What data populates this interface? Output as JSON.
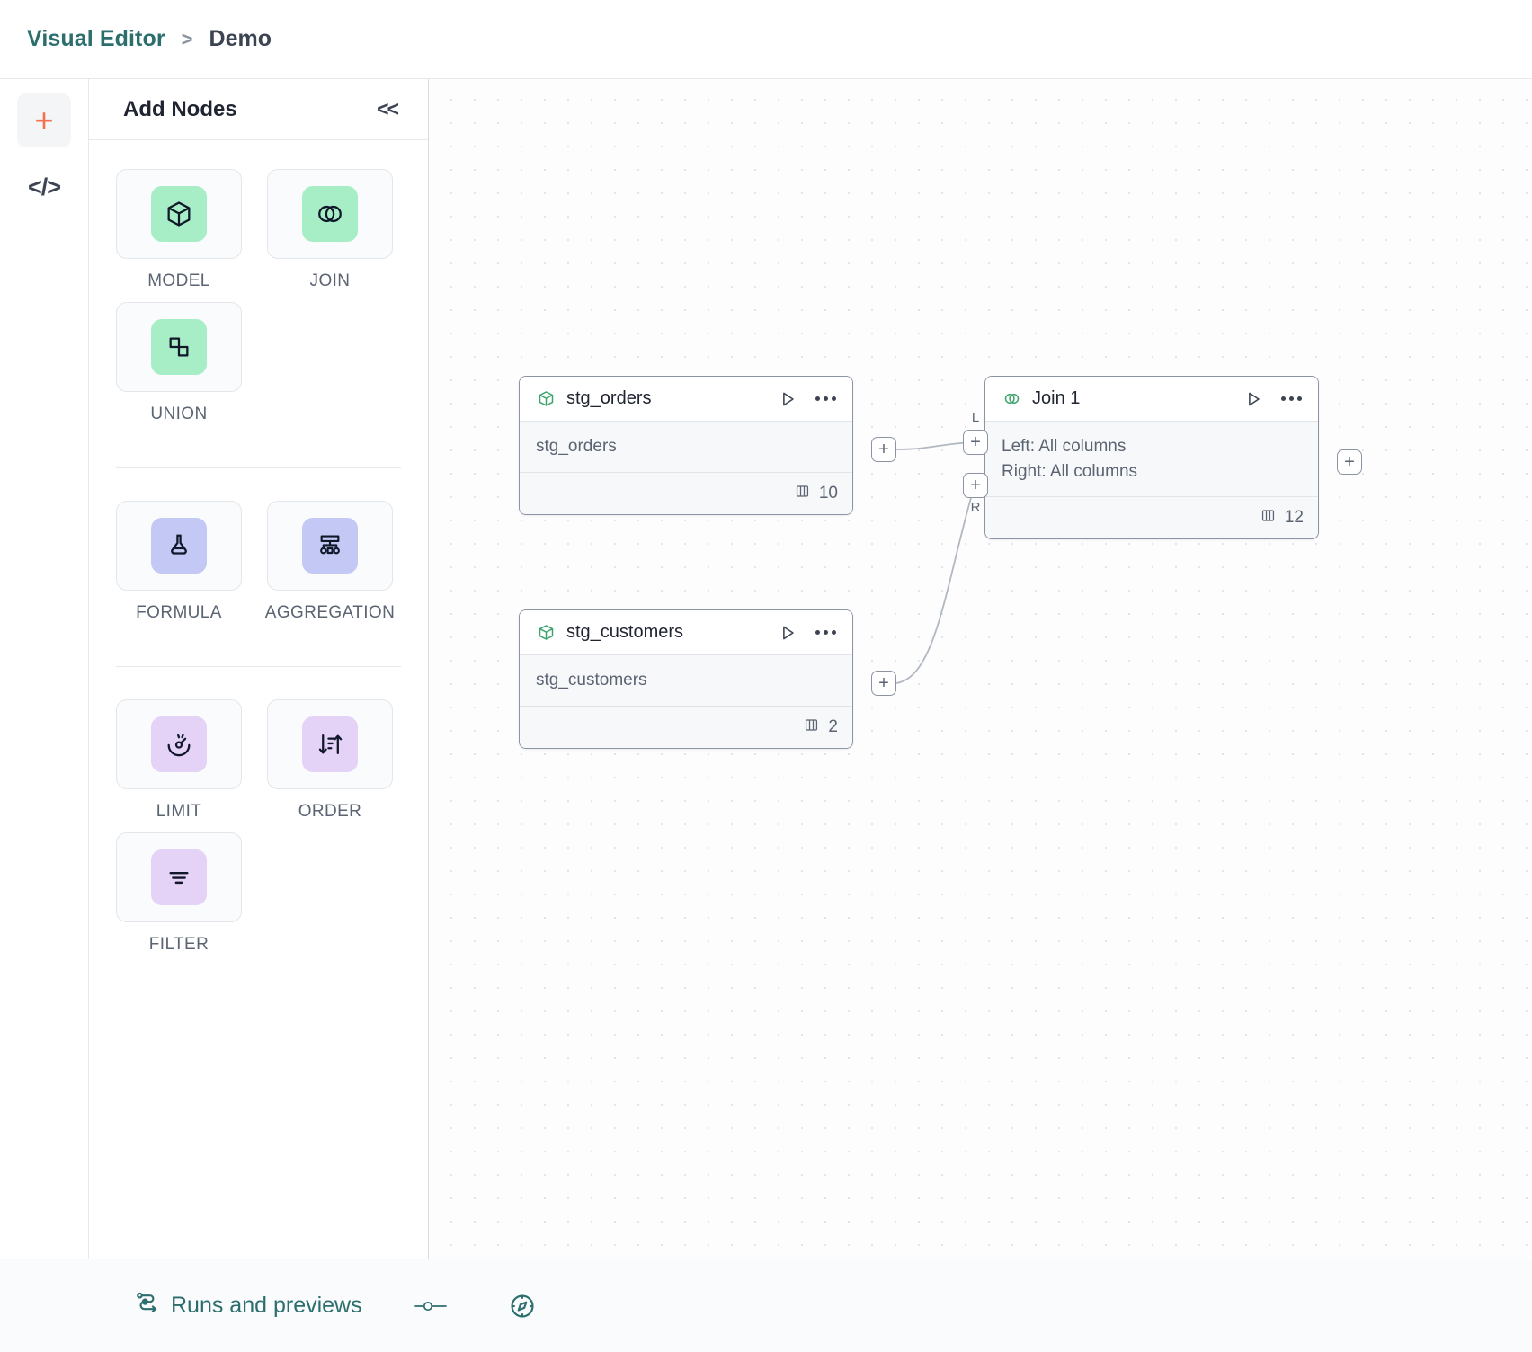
{
  "header": {
    "breadcrumb_root": "Visual Editor",
    "breadcrumb_separator": ">",
    "breadcrumb_leaf": "Demo"
  },
  "rail": {
    "add_icon": "plus-icon",
    "code_icon": "code-icon",
    "code_label": "</>"
  },
  "panel": {
    "title": "Add Nodes",
    "collapse_label": "<<",
    "groups": [
      {
        "items": [
          {
            "label": "MODEL",
            "icon": "cube-icon",
            "swatch": "#a7edc6"
          },
          {
            "label": "JOIN",
            "icon": "venn-circles-icon",
            "swatch": "#a7edc6"
          },
          {
            "label": "UNION",
            "icon": "union-shapes-icon",
            "swatch": "#a7edc6"
          }
        ]
      },
      {
        "items": [
          {
            "label": "FORMULA",
            "icon": "flask-icon",
            "swatch": "#c3c8f5"
          },
          {
            "label": "AGGREGATION",
            "icon": "hierarchy-icon",
            "swatch": "#c3c8f5"
          }
        ]
      },
      {
        "items": [
          {
            "label": "LIMIT",
            "icon": "gauge-icon",
            "swatch": "#e5d2f7"
          },
          {
            "label": "ORDER",
            "icon": "sort-arrows-icon",
            "swatch": "#e5d2f7"
          },
          {
            "label": "FILTER",
            "icon": "filter-lines-icon",
            "swatch": "#e5d2f7"
          }
        ]
      }
    ]
  },
  "canvas": {
    "nodes": [
      {
        "id": "stg_orders",
        "title": "stg_orders",
        "icon": "cube-icon",
        "body_lines": [
          "stg_orders"
        ],
        "column_count": "10",
        "count_icon": "columns-icon",
        "play_icon": "play-icon",
        "menu_icon": "more-options-icon"
      },
      {
        "id": "stg_customers",
        "title": "stg_customers",
        "icon": "cube-icon",
        "body_lines": [
          "stg_customers"
        ],
        "column_count": "2",
        "count_icon": "columns-icon",
        "play_icon": "play-icon",
        "menu_icon": "more-options-icon"
      },
      {
        "id": "join_1",
        "title": "Join 1",
        "icon": "venn-circles-icon",
        "body_lines": [
          "Left: All columns",
          "Right: All columns"
        ],
        "column_count": "12",
        "count_icon": "columns-icon",
        "play_icon": "play-icon",
        "menu_icon": "more-options-icon"
      }
    ],
    "handles": {
      "plus": "+",
      "left_tag": "L",
      "right_tag": "R"
    }
  },
  "bottombar": {
    "runs_label": "Runs and previews",
    "runs_icon": "runs-flow-icon",
    "slider_icon": "slider-icon",
    "compass_icon": "compass-icon"
  },
  "colors": {
    "accent_teal": "#2c6e6e",
    "accent_orange": "#f2704f",
    "node_icon_green": "#3aa36a",
    "text_dark": "#1f2430",
    "text_muted": "#5b6472"
  }
}
